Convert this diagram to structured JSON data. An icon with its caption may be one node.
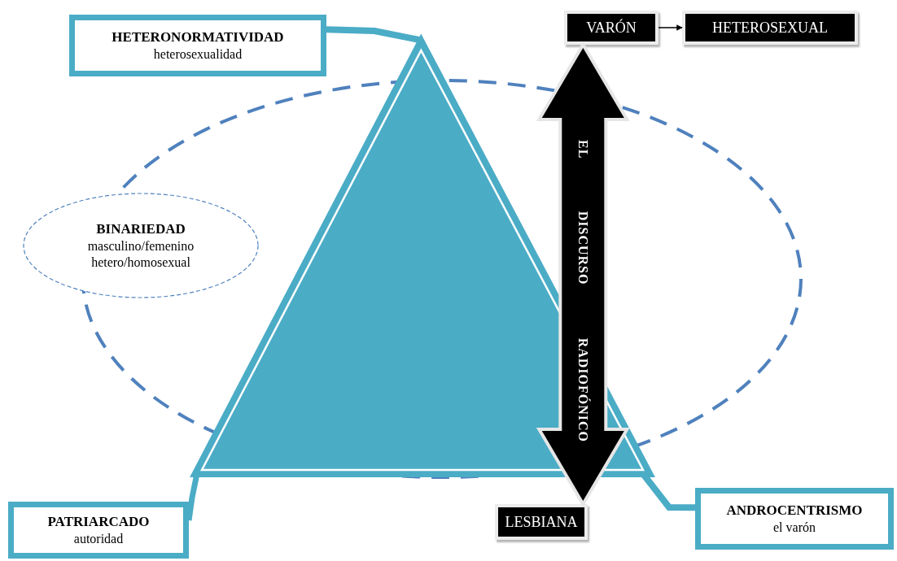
{
  "diagram": {
    "nodes": [
      {
        "text": [
          "HETERONORMATIVIDAD",
          "heterosexualidad"
        ]
      },
      {
        "text": [],
        "shape": "ellipse"
      },
      {
        "text": [],
        "shape": "triangle"
      },
      {
        "text": [
          "BINARIEDAD",
          "masculino/femenino",
          "hetero/homosexual"
        ]
      },
      {
        "text": [
          "VARÓN"
        ]
      },
      {
        "text": [
          "HETEROSEXUAL"
        ]
      },
      {
        "text": [
          "PATRIARCADO",
          "autoridad"
        ]
      },
      {
        "text": [
          "LESBIANA"
        ]
      },
      {
        "text": [
          "ANDROCENTRISMO",
          "el varón"
        ]
      }
    ],
    "edges": [
      {
        "from": 0,
        "to": 2,
        "arrow": "none"
      },
      {
        "from": 6,
        "to": 2,
        "arrow": "none"
      },
      {
        "from": 8,
        "to": 2,
        "arrow": "none"
      },
      {
        "from": 4,
        "to": 5,
        "arrow": "to",
        "color": "#000000"
      },
      {
        "from": 4,
        "to": 7,
        "arrow": "both",
        "label": "EL DISCURSO RADIOFÓNICO",
        "style": "thick",
        "color": "#000000"
      }
    ]
  }
}
